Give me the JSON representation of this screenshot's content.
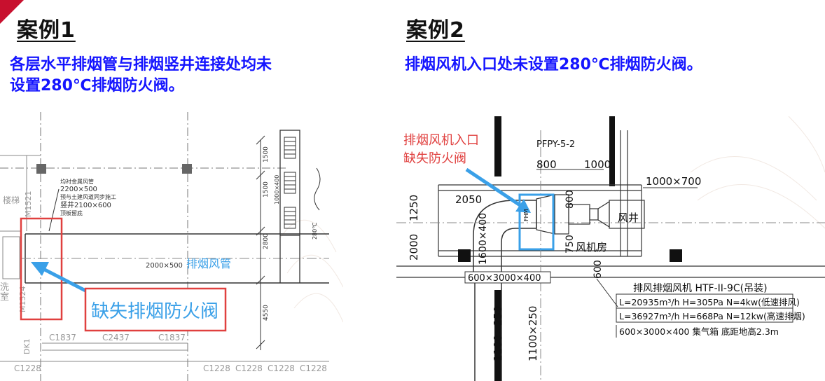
{
  "case1": {
    "title": "案例1",
    "description_line1": "各层水平排烟管与排烟竖井连接处均未",
    "description_line2": "设置280℃排烟防火阀。",
    "drawing": {
      "duct_label_size": "2000×500",
      "duct_label": "排烟风管",
      "callout": "缺失排烟防火阀",
      "note1": "均衬金属风管",
      "note2": "2200×500",
      "note3": "预与土建风道同步施工",
      "note4": "竖井2100×600",
      "note5": "顶板留底",
      "dim_1500a": "1500",
      "dim_1500b": "1500",
      "dim_2800": "2800",
      "dim_4550": "4550",
      "dim_vent": "1000×400",
      "dim_280c": "280℃",
      "tag_m1521": "M1521",
      "tag_m1524": "M1524",
      "tag_dk": "DK1",
      "room_stair": "楼梯",
      "room_wash": "洗",
      "room_wash2": "室",
      "win_c1837a": "C1837",
      "win_c2437": "C2437",
      "win_c1837b": "C1837",
      "win_c1228": "C1228",
      "win_c1228a": "C1228",
      "win_c1228b": "C1228",
      "win_c1228c": "C1228",
      "win_c1228d": "C1228"
    }
  },
  "case2": {
    "title": "案例2",
    "description": "排烟风机入口处未设置280℃排烟防火阀。",
    "drawing": {
      "callout_line1": "排烟风机入口",
      "callout_line2": "缺失防火阀",
      "pfpy": "PFPY-5-2",
      "dim_800a": "800",
      "dim_1000": "1000",
      "dim_1000x700": "1000×700",
      "dim_2050": "2050",
      "dim_1250": "1250",
      "dim_2000": "2000",
      "dim_1600x400": "1600×400",
      "dim_800b": "800",
      "dim_750": "750",
      "dim_600": "600",
      "fhm": "FHM",
      "wind_shaft": "风井",
      "fan_room": "风机房",
      "box_size": "600×3000×400",
      "dim_1100x250a": "1100×250",
      "dim_1100x250b": "1100×250",
      "fan_title": "排风排烟风机  HTF-II-9C(吊装)",
      "fan_low": "L=20935m³/h H=305Pa N=4kw(低速排风)",
      "fan_high": "L=36927m³/h H=668Pa N=12kw(高速排烟)",
      "fan_box": "600×3000×400 集气箱 底距地高2.3m"
    }
  },
  "colors": {
    "accent_red": "#c8102e",
    "description_blue": "#1515ff",
    "callout_blue": "#3aa0e8",
    "callout_red_box": "#e0403f",
    "callout_red_text": "#e0403f"
  }
}
